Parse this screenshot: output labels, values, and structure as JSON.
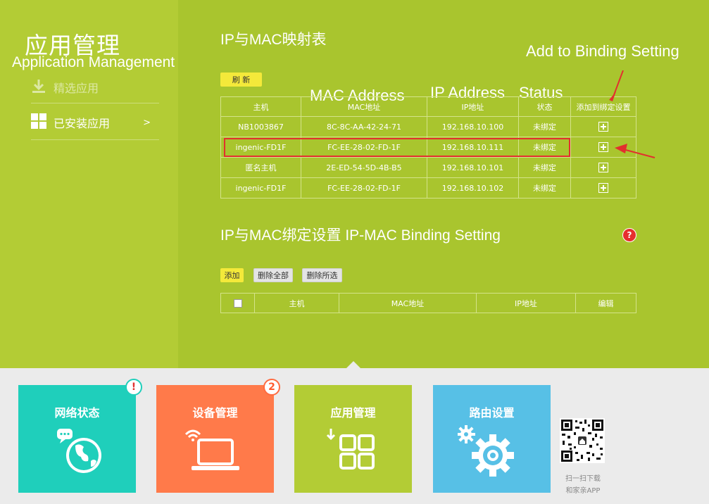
{
  "sidebar": {
    "title": "应用管理",
    "subtitle": "Application Management",
    "items": [
      {
        "label": "精选应用",
        "icon": "download-icon"
      },
      {
        "label": "已安装应用",
        "icon": "grid-icon",
        "chevron": ">"
      }
    ]
  },
  "mapping": {
    "title": "IP与MAC映射表",
    "refresh_label": "刷 新",
    "columns": [
      "主机",
      "MAC地址",
      "IP地址",
      "状态",
      "添加到绑定设置"
    ],
    "rows": [
      {
        "host": "NB1003867",
        "mac": "8C-8C-AA-42-24-71",
        "ip": "192.168.10.100",
        "status": "未绑定"
      },
      {
        "host": "ingenic-FD1F",
        "mac": "FC-EE-28-02-FD-1F",
        "ip": "192.168.10.111",
        "status": "未绑定"
      },
      {
        "host": "匿名主机",
        "mac": "2E-ED-54-5D-4B-B5",
        "ip": "192.168.10.101",
        "status": "未绑定"
      },
      {
        "host": "ingenic-FD1F",
        "mac": "FC-EE-28-02-FD-1F",
        "ip": "192.168.10.102",
        "status": "未绑定"
      }
    ]
  },
  "binding": {
    "title": "IP与MAC绑定设置 IP-MAC Binding Setting",
    "add_label": "添加",
    "delete_all_label": "删除全部",
    "delete_selected_label": "删除所选",
    "columns": [
      "主机",
      "MAC地址",
      "IP地址",
      "编辑"
    ],
    "help_glyph": "?"
  },
  "annotations": {
    "add_to_binding": "Add to Binding Setting",
    "mac_address": "MAC Address",
    "ip_address": "IP Address",
    "status": "Status"
  },
  "tiles": [
    {
      "label": "网络状态",
      "color": "#1fcfbb",
      "badge": "!",
      "icon": "globe-chat-icon"
    },
    {
      "label": "设备管理",
      "color": "#ff7a4a",
      "badge": "2",
      "icon": "laptop-wifi-icon"
    },
    {
      "label": "应用管理",
      "color": "#b3cc35",
      "badge": "",
      "icon": "apps-grid-icon"
    },
    {
      "label": "路由设置",
      "color": "#57c0e6",
      "badge": "",
      "icon": "gear-icon"
    }
  ],
  "qr": {
    "caption_line1": "扫一扫下载",
    "caption_line2": "和家亲APP"
  },
  "colors": {
    "main_bg": "#a9c52e",
    "sidebar_bg": "#b3cc35",
    "highlight": "#e2302e",
    "button_yellow": "#f4e93a"
  }
}
